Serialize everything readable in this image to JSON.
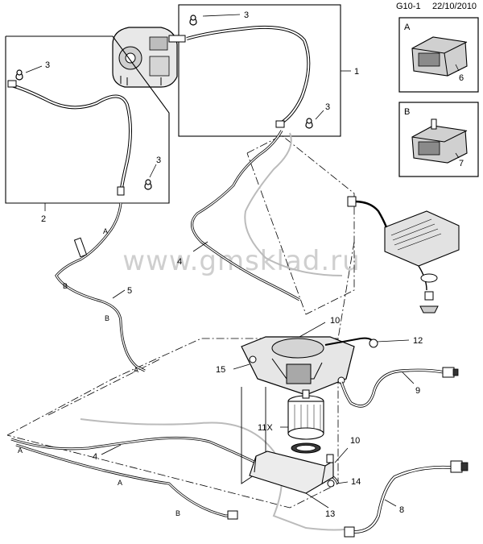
{
  "header": {
    "sheet_code": "G10-1",
    "date": "22/10/2010"
  },
  "watermark": "www.gmsklad.ru",
  "insets": [
    {
      "letter": "A",
      "number": "6"
    },
    {
      "letter": "B",
      "number": "7"
    }
  ],
  "callouts": {
    "c1": "1",
    "c2": "2",
    "c3a": "3",
    "c3b": "3",
    "c3c": "3",
    "c3d": "3",
    "c4a": "4",
    "c4b": "4",
    "c5": "5",
    "c8": "8",
    "c9": "9",
    "c10a": "10",
    "c10b": "10",
    "c11x": "11X",
    "c12": "12",
    "c13": "13",
    "c14": "14",
    "c15": "15"
  },
  "route_letters": {
    "a1": "A",
    "a2": "A",
    "a3": "A",
    "a4": "A",
    "b1": "B",
    "b2": "B",
    "b3": "B"
  }
}
